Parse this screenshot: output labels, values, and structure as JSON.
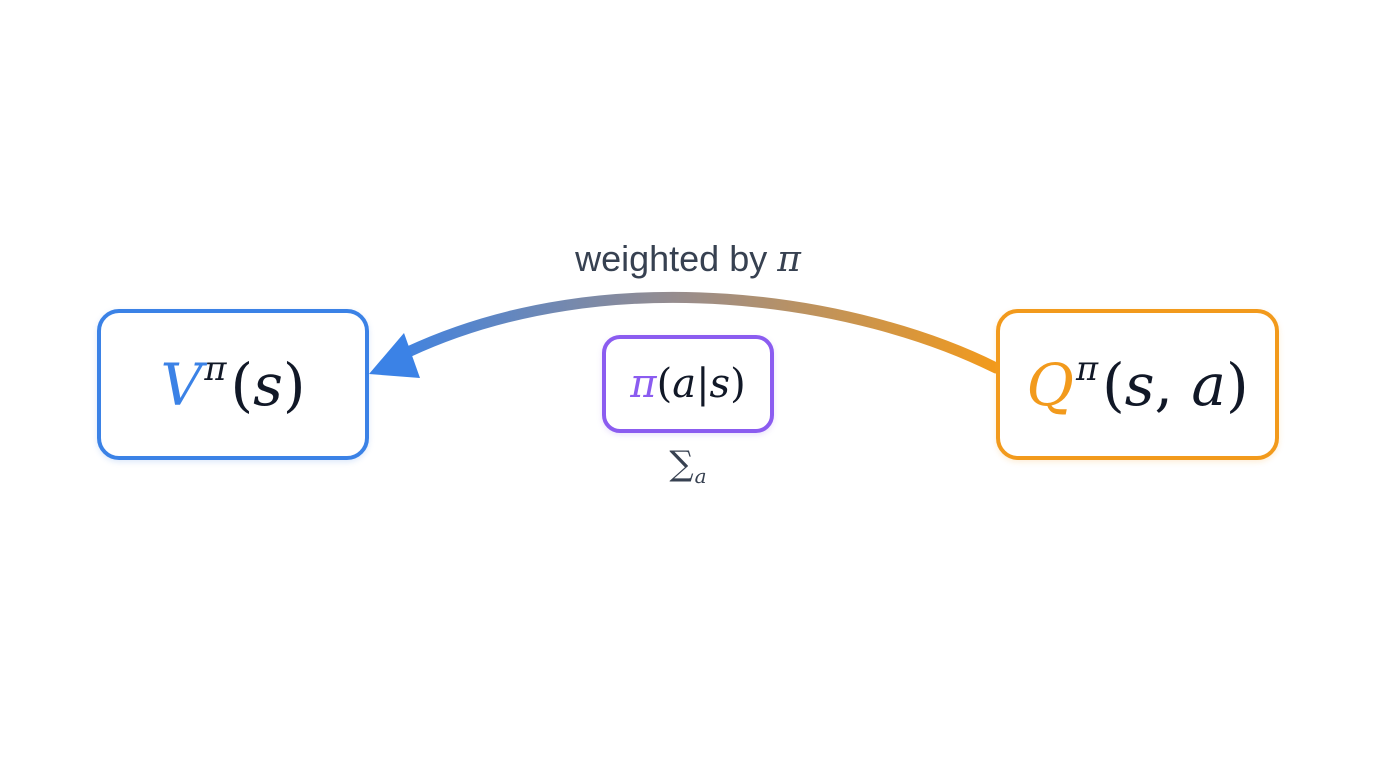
{
  "nodes": {
    "v": {
      "symbol": "V",
      "superscript": "π",
      "open_paren": "(",
      "args": "s",
      "close_paren": ")",
      "color": "#3b82e6"
    },
    "q": {
      "symbol": "Q",
      "superscript": "π",
      "open_paren": "(",
      "arg1": "s",
      "separator": ", ",
      "arg2": "a",
      "close_paren": ")",
      "color": "#f29a1c"
    },
    "policy": {
      "symbol": "π",
      "open_paren": "(",
      "arg1": "a",
      "bar": "|",
      "arg2": "s",
      "close_paren": ")",
      "color": "#8b5cf0"
    }
  },
  "edge": {
    "label_text": "weighted by ",
    "label_symbol": "π",
    "gradient_start": "#3b82e6",
    "gradient_end": "#f29a1c"
  },
  "sum": {
    "operator": "∑",
    "subscript": "a"
  }
}
